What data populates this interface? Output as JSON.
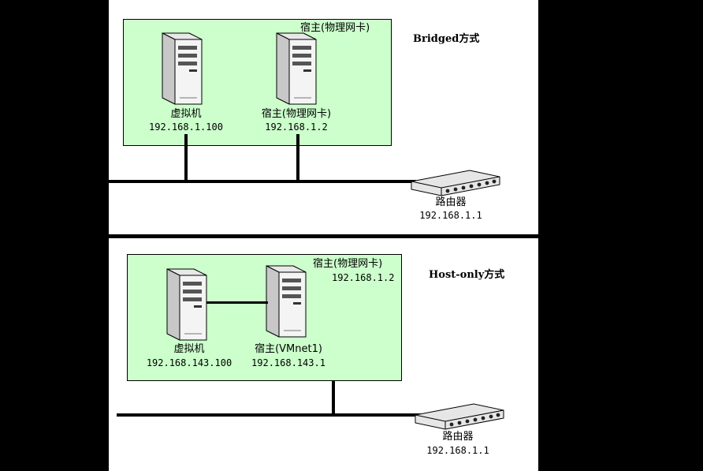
{
  "bridged": {
    "mode_label": "Bridged方式",
    "box_label": "宿主(物理网卡)",
    "vm": {
      "name": "虚拟机",
      "ip": "192.168.1.100"
    },
    "host": {
      "name": "宿主(物理网卡)",
      "ip": "192.168.1.2"
    },
    "router": {
      "name": "路由器",
      "ip": "192.168.1.1"
    }
  },
  "hostonly": {
    "mode_label": "Host-only方式",
    "box_label": "宿主(物理网卡)",
    "box_ip": "192.168.1.2",
    "vm": {
      "name": "虚拟机",
      "ip": "192.168.143.100"
    },
    "host": {
      "name": "宿主(VMnet1)",
      "ip": "192.168.143.1"
    },
    "router": {
      "name": "路由器",
      "ip": "192.168.1.1"
    }
  },
  "colors": {
    "box_fill": "#ccffcc",
    "background": "#000000",
    "panel": "#ffffff"
  },
  "icons": [
    "server-icon",
    "router-icon"
  ]
}
